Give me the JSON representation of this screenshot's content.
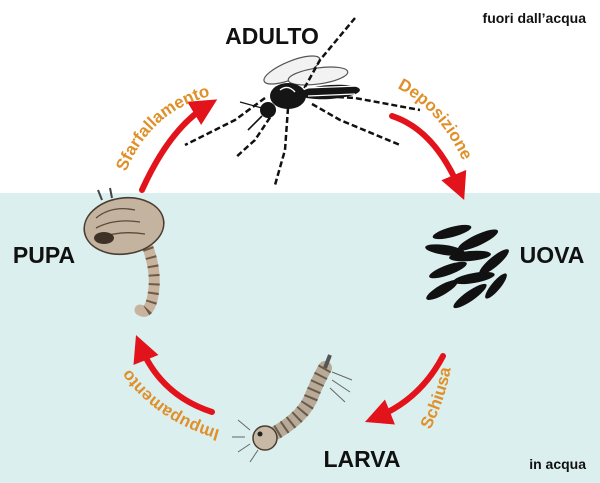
{
  "zones": {
    "top_label": "fuori dall’acqua",
    "bottom_label": "in acqua",
    "water_color": "#dcefef",
    "air_color": "#ffffff"
  },
  "stages": {
    "adult": "ADULTO",
    "eggs": "UOVA",
    "larva": "LARVA",
    "pupa": "PUPA"
  },
  "transitions": {
    "egg_laying": "Deposizione",
    "hatching": "Schiusa",
    "pupation": "Impupamento",
    "emergence": "Sfarfallamento"
  },
  "colors": {
    "arrow": "#e3131b",
    "transition_text": "#e0902a",
    "stage_text": "#111111"
  },
  "icons": [
    "mosquito-icon",
    "eggs-icon",
    "larva-icon",
    "pupa-icon"
  ]
}
